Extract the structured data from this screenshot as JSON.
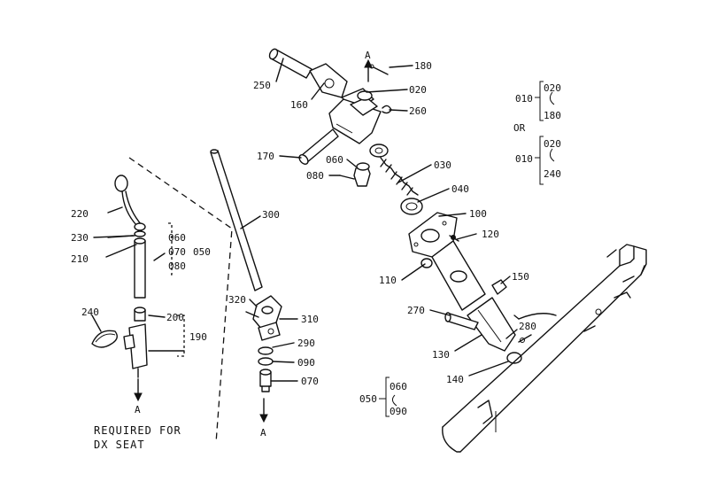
{
  "labels": {
    "p250": "250",
    "p160": "160",
    "p180": "180",
    "p020": "020",
    "p260": "260",
    "p170": "170",
    "p060": "060",
    "p080": "080",
    "p030": "030",
    "p040": "040",
    "p100": "100",
    "p120": "120",
    "p110": "110",
    "p150": "150",
    "p270": "270",
    "p280": "280",
    "p130": "130",
    "p140": "140",
    "p300": "300",
    "p320": "320",
    "p310": "310",
    "p290": "290",
    "p090": "090",
    "p070": "070",
    "p220": "220",
    "p230": "230",
    "p210": "210",
    "p240": "240",
    "p200": "200",
    "p190": "190",
    "g1_060": "060",
    "g1_070": "070",
    "g1_080": "080",
    "g1_050": "050",
    "g2_050": "050",
    "g2_060": "060",
    "g2_090": "090",
    "g3_010": "010",
    "g3_020": "020",
    "g3_180": "180",
    "g4_or": "OR",
    "g5_010": "010",
    "g5_020": "020",
    "g5_240": "240",
    "arrow_a_top": "A",
    "arrow_a_left": "A",
    "arrow_a_mid": "A"
  },
  "note": {
    "line1": "REQUIRED FOR",
    "line2": "DX SEAT"
  }
}
